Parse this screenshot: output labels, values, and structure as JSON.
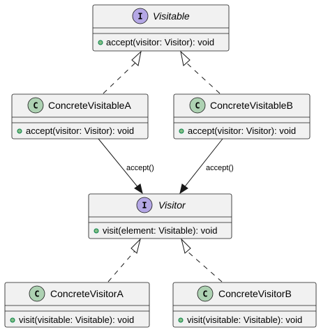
{
  "classes": {
    "visitable": {
      "stereotype": "I",
      "name": "Visitable",
      "member": "accept(visitor: Visitor): void"
    },
    "concrete_visitable_a": {
      "stereotype": "C",
      "name": "ConcreteVisitableA",
      "member": "accept(visitor: Visitor): void"
    },
    "concrete_visitable_b": {
      "stereotype": "C",
      "name": "ConcreteVisitableB",
      "member": "accept(visitor: Visitor): void"
    },
    "visitor": {
      "stereotype": "I",
      "name": "Visitor",
      "member": "visit(element: Visitable): void"
    },
    "concrete_visitor_a": {
      "stereotype": "C",
      "name": "ConcreteVisitorA",
      "member": "visit(visitable: Visitable): void"
    },
    "concrete_visitor_b": {
      "stereotype": "C",
      "name": "ConcreteVisitorB",
      "member": "visit(visitable: Visitable): void"
    }
  },
  "edges": {
    "a_accept": {
      "label": "accept()"
    },
    "b_accept": {
      "label": "accept()"
    }
  },
  "colors": {
    "interface_badge": "#b4a7e5",
    "class_badge": "#add1b2",
    "box_fill": "#f1f1f1",
    "public_dot": "#84be84"
  }
}
